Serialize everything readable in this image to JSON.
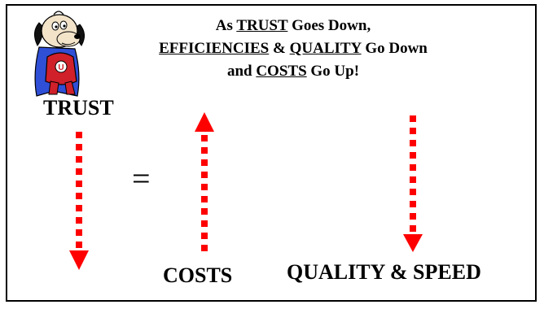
{
  "headline": {
    "prefix1": "As ",
    "trust": "TRUST",
    "suffix1": " Goes Down,",
    "efficiencies": "EFFICIENCIES",
    "amp": " & ",
    "quality": "QUALITY",
    "suffix2": " Go Down",
    "prefix3": "and ",
    "costs": "COSTS",
    "suffix3": " Go Up!"
  },
  "labels": {
    "trust": "TRUST",
    "equals": "=",
    "costs": "COSTS",
    "quality_speed": "QUALITY & SPEED"
  },
  "arrows": [
    {
      "name": "trust-down-arrow",
      "direction": "down"
    },
    {
      "name": "costs-up-arrow",
      "direction": "up"
    },
    {
      "name": "quality-speed-down-arrow",
      "direction": "down"
    }
  ],
  "colors": {
    "arrow": "#ff0000",
    "text": "#000000",
    "border": "#000000"
  },
  "icons": {
    "mascot": "cartoon-superhero-dog-icon"
  }
}
